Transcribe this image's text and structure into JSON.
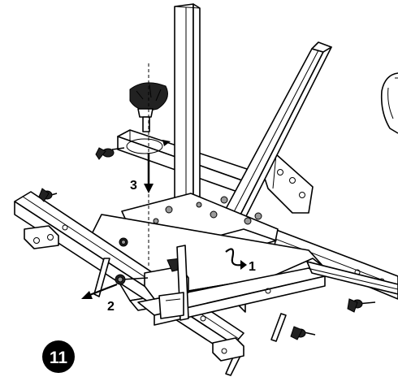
{
  "diagram": {
    "step_number": "11",
    "callouts": [
      "1",
      "2",
      "3"
    ]
  },
  "colors": {
    "line": "#000000",
    "background": "#ffffff",
    "badge": "#000000",
    "badge_text": "#ffffff",
    "hardware": "#222222"
  }
}
